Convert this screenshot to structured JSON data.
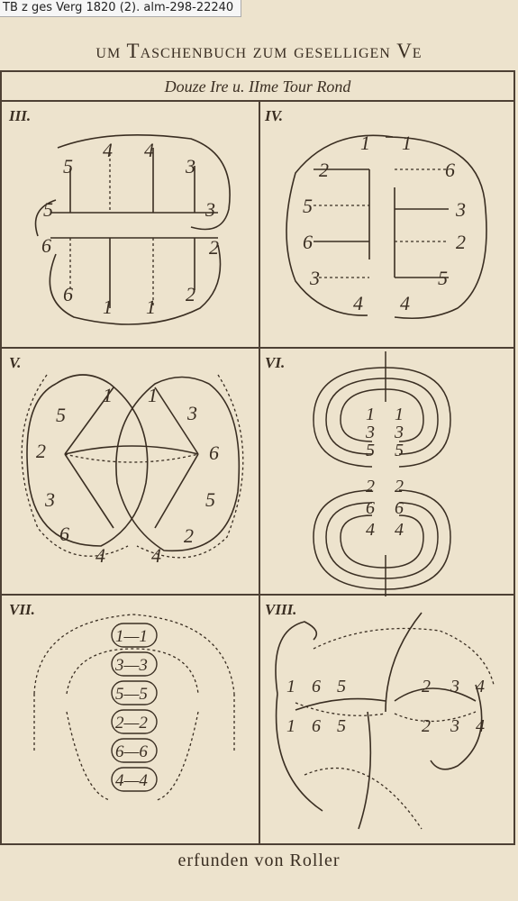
{
  "tag": "TB z ges Verg 1820 (2). alm-298-22240",
  "header": "um Taschenbuch zum geselligen Ve",
  "subtitle": "Douze Ire u. IIme Tour Rond",
  "footer": "erfunden von Roller",
  "panels": [
    {
      "roman": "III.",
      "labels": [
        "4",
        "4",
        "5",
        "3",
        "5",
        "3",
        "6",
        "2",
        "6",
        "1",
        "1",
        "2"
      ]
    },
    {
      "roman": "IV.",
      "labels": [
        "1",
        "1",
        "2",
        "6",
        "5",
        "3",
        "6",
        "2",
        "3",
        "5",
        "4",
        "4"
      ]
    },
    {
      "roman": "V.",
      "labels": [
        "1",
        "1",
        "5",
        "3",
        "2",
        "6",
        "3",
        "5",
        "6",
        "4",
        "4",
        "2"
      ]
    },
    {
      "roman": "VI.",
      "labels": [
        "1",
        "1",
        "3",
        "3",
        "5",
        "5",
        "2",
        "2",
        "6",
        "6",
        "4",
        "4"
      ]
    },
    {
      "roman": "VII.",
      "labels": [
        "1—1",
        "3—3",
        "5—5",
        "2—2",
        "6—6",
        "4—4"
      ]
    },
    {
      "roman": "VIII.",
      "labels": [
        "1",
        "6",
        "5",
        "2",
        "3",
        "4",
        "1",
        "6",
        "5",
        "2",
        "3",
        "4"
      ]
    }
  ]
}
